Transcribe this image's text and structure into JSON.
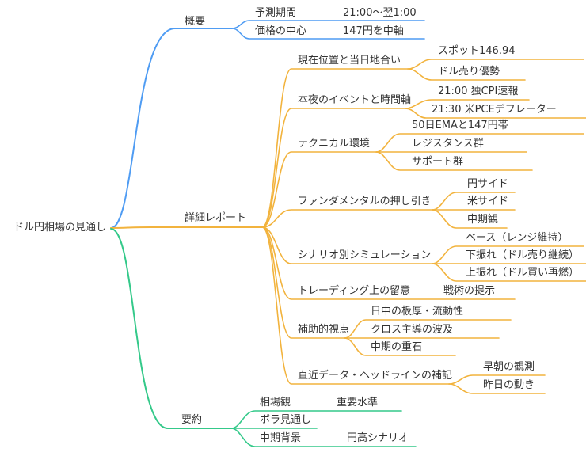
{
  "colors": {
    "branch_blue": "#4f9cf3",
    "branch_orange": "#f2b33d",
    "branch_green": "#34c98a",
    "text": "#333333",
    "background": "#ffffff"
  },
  "mindmap": {
    "root": {
      "label": "ドル円相場の見通し"
    },
    "branches": [
      {
        "label": "概要",
        "children": [
          {
            "label": "予測期間",
            "children": [
              {
                "label": "21:00〜翌1:00"
              }
            ]
          },
          {
            "label": "価格の中心",
            "children": [
              {
                "label": "147円を中軸"
              }
            ]
          }
        ]
      },
      {
        "label": "詳細レポート",
        "children": [
          {
            "label": "現在位置と当日地合い",
            "children": [
              {
                "label": "スポット146.94"
              },
              {
                "label": "ドル売り優勢"
              }
            ]
          },
          {
            "label": "本夜のイベントと時間軸",
            "children": [
              {
                "label": "21:00 独CPI速報"
              },
              {
                "label": "21:30 米PCEデフレーター"
              }
            ]
          },
          {
            "label": "テクニカル環境",
            "children": [
              {
                "label": "50日EMAと147円帯"
              },
              {
                "label": "レジスタンス群"
              },
              {
                "label": "サポート群"
              }
            ]
          },
          {
            "label": "ファンダメンタルの押し引き",
            "children": [
              {
                "label": "円サイド"
              },
              {
                "label": "米サイド"
              },
              {
                "label": "中期観"
              }
            ]
          },
          {
            "label": "シナリオ別シミュレーション",
            "children": [
              {
                "label": "ベース（レンジ維持）"
              },
              {
                "label": "下振れ（ドル売り継続）"
              },
              {
                "label": "上振れ（ドル買い再燃）"
              }
            ]
          },
          {
            "label": "トレーディング上の留意",
            "children": [
              {
                "label": "戦術の提示"
              }
            ]
          },
          {
            "label": "補助的視点",
            "children": [
              {
                "label": "日中の板厚・流動性"
              },
              {
                "label": "クロス主導の波及"
              },
              {
                "label": "中期の重石"
              }
            ]
          },
          {
            "label": "直近データ・ヘッドラインの補記",
            "children": [
              {
                "label": "早朝の観測"
              },
              {
                "label": "昨日の動き"
              }
            ]
          }
        ]
      },
      {
        "label": "要約",
        "children": [
          {
            "label": "相場観",
            "children": [
              {
                "label": "重要水準"
              }
            ]
          },
          {
            "label": "ボラ見通し",
            "children": []
          },
          {
            "label": "中期背景",
            "children": [
              {
                "label": "円高シナリオ"
              }
            ]
          }
        ]
      }
    ]
  }
}
